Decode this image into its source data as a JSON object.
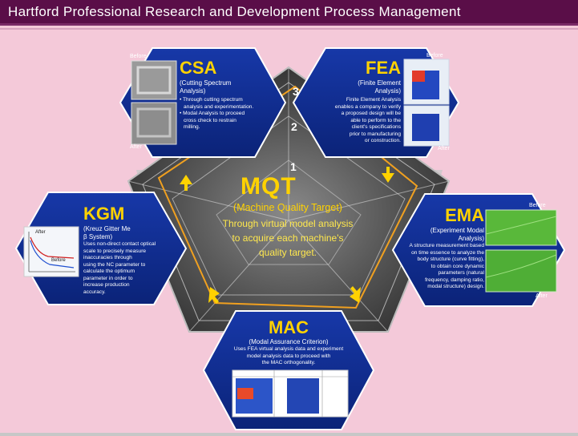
{
  "header": {
    "title": "Hartford Professional Research and Development Process Management"
  },
  "center": {
    "title": "MQT",
    "subtitle": "(Machine Quality Target)",
    "description_lines": [
      "Through virtual model analysis",
      "to acquire each machine's",
      "quality target."
    ],
    "scale_labels": [
      "3",
      "2",
      "1"
    ]
  },
  "csa": {
    "title": "CSA",
    "subtitle_lines": [
      "(Cutting Spectrum",
      "Analysis)"
    ],
    "bullets": [
      [
        "• Through cutting spectrum",
        "analysis and experimentation."
      ],
      [
        "• Modal Analysis to proceed",
        "cross check to restrain",
        "milling."
      ]
    ],
    "label_before": "Before",
    "label_after": "After"
  },
  "fea": {
    "title": "FEA",
    "subtitle_lines": [
      "(Finite Element",
      "Analysis)"
    ],
    "body_lines": [
      "Finite Element Analysis",
      "enables a company to verify",
      "a proposed design will be",
      "able to perform to the",
      "client's specifications",
      "prior to manufacturing",
      "or construction."
    ],
    "label_before": "Before",
    "label_after": "After"
  },
  "kgm": {
    "title": "KGM",
    "subtitle_lines": [
      "(Kreuz Gitter Me",
      "β System)"
    ],
    "body_lines": [
      "Uses non-direct contact optical",
      "scale to precisely measure",
      "inaccuracies through",
      "using the NC parameter to",
      "calculate the optimum",
      "parameter in order to",
      "increase production",
      "accuracy."
    ],
    "graph_after": "After",
    "graph_before": "Before"
  },
  "ema": {
    "title": "EMA",
    "subtitle_lines": [
      "(Experiment Modal",
      "Analysis)"
    ],
    "body_lines": [
      "A structure measurement based",
      "on time essence to analyze the",
      "body structure (curve fitting),",
      "to obtain core dynamic",
      "parameters (natural",
      "frequency, damping ratio,",
      "modal structure) design."
    ],
    "label_before": "Before",
    "label_after": "After"
  },
  "mac": {
    "title": "MAC",
    "subtitle": "(Modal Assurance Criterion)",
    "body_lines": [
      "Uses FEA virtual analysis data and experiment",
      "model analysis data to proceed with",
      "the MAC orthogonality."
    ]
  },
  "colors": {
    "background": "#f4c9d9",
    "header": "#5a0e48",
    "hex_fill": "#0d2a8a",
    "accent_yellow": "#ffd200",
    "radar_orange": "#f0a020",
    "pentagon_dark": "#3e3e3e"
  }
}
